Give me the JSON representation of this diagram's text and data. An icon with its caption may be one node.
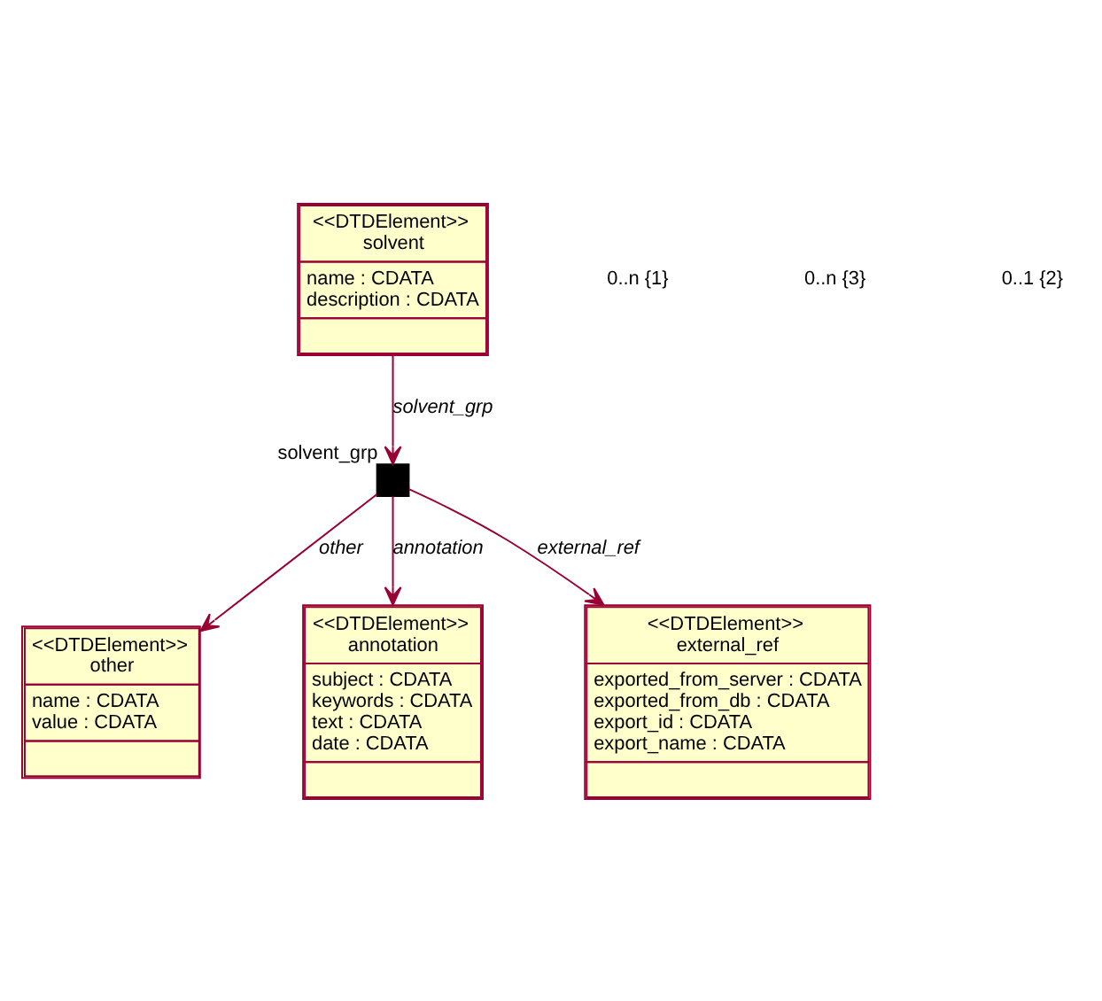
{
  "diagram": {
    "nodes": [
      {
        "text": [
          "<<DTDElement>>",
          "solvent",
          "name : CDATA",
          "description : CDATA"
        ]
      },
      {
        "text": [
          "<<DTDElement>>",
          "other",
          "name : CDATA",
          "value : CDATA"
        ]
      },
      {
        "text": [],
        "shape": "box",
        "beside": [
          "solvent_grp"
        ]
      },
      {
        "text": [
          "<<DTDElement>>",
          "annotation",
          "subject : CDATA",
          "keywords : CDATA",
          "text : CDATA",
          "date : CDATA"
        ]
      },
      {
        "text": [
          "<<DTDElement>>",
          "external_ref",
          "exported_from_server : CDATA",
          "exported_from_db : CDATA",
          "export_id : CDATA",
          "export_name : CDATA"
        ]
      }
    ],
    "edges": [
      {
        "from": 0,
        "to": 2,
        "arrow": "to",
        "label": "solvent_grp"
      },
      {
        "from": 2,
        "to": 1,
        "arrow": "to",
        "label": "other"
      },
      {
        "from": 2,
        "to": 3,
        "arrow": "to",
        "label": "annotation"
      },
      {
        "from": 2,
        "to": 4,
        "arrow": "to",
        "label": "external_ref"
      }
    ],
    "labels": [
      "0..n {1}",
      "0..n {3}",
      "0..1 {2}"
    ]
  }
}
